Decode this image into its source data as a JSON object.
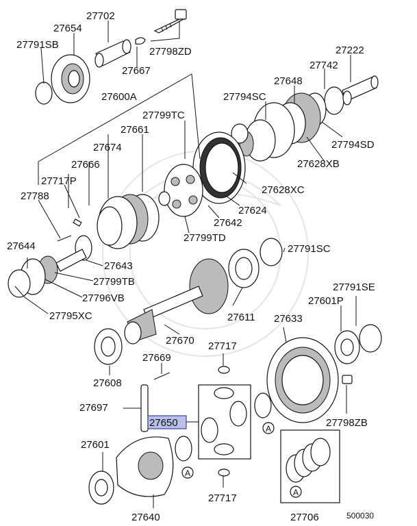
{
  "callouts": [
    {
      "id": "27702",
      "text": "27702"
    },
    {
      "id": "27654",
      "text": "27654"
    },
    {
      "id": "27791SB",
      "text": "27791SB"
    },
    {
      "id": "27798ZD",
      "text": "27798ZD"
    },
    {
      "id": "27667",
      "text": "27667"
    },
    {
      "id": "27222",
      "text": "27222"
    },
    {
      "id": "27742",
      "text": "27742"
    },
    {
      "id": "27648",
      "text": "27648"
    },
    {
      "id": "27794SC",
      "text": "27794SC"
    },
    {
      "id": "27600A",
      "text": "27600A"
    },
    {
      "id": "27799TC",
      "text": "27799TC"
    },
    {
      "id": "27661",
      "text": "27661"
    },
    {
      "id": "27794SD",
      "text": "27794SD"
    },
    {
      "id": "27628XB",
      "text": "27628XB"
    },
    {
      "id": "27674",
      "text": "27674"
    },
    {
      "id": "27666",
      "text": "27666"
    },
    {
      "id": "27717P",
      "text": "27717P"
    },
    {
      "id": "27628XC",
      "text": "27628XC"
    },
    {
      "id": "27788",
      "text": "27788"
    },
    {
      "id": "27624",
      "text": "27624"
    },
    {
      "id": "27642",
      "text": "27642"
    },
    {
      "id": "27799TD",
      "text": "27799TD"
    },
    {
      "id": "27644",
      "text": "27644"
    },
    {
      "id": "27791SC",
      "text": "27791SC"
    },
    {
      "id": "27643",
      "text": "27643"
    },
    {
      "id": "27799TB",
      "text": "27799TB"
    },
    {
      "id": "27796VB",
      "text": "27796VB"
    },
    {
      "id": "27791SE",
      "text": "27791SE"
    },
    {
      "id": "27601P",
      "text": "27601P"
    },
    {
      "id": "27795XC",
      "text": "27795XC"
    },
    {
      "id": "27611",
      "text": "27611"
    },
    {
      "id": "27633",
      "text": "27633"
    },
    {
      "id": "27670",
      "text": "27670"
    },
    {
      "id": "27717a",
      "text": "27717"
    },
    {
      "id": "27669",
      "text": "27669"
    },
    {
      "id": "27608",
      "text": "27608"
    },
    {
      "id": "27697",
      "text": "27697"
    },
    {
      "id": "27650",
      "text": "27650"
    },
    {
      "id": "27798ZB",
      "text": "27798ZB"
    },
    {
      "id": "27601",
      "text": "27601"
    },
    {
      "id": "27717b",
      "text": "27717"
    },
    {
      "id": "27640",
      "text": "27640"
    },
    {
      "id": "27706",
      "text": "27706"
    }
  ],
  "ref_marks": [
    "A",
    "A",
    "A"
  ],
  "diagram_code": "500030",
  "highlight_color": "#b9bfe8"
}
